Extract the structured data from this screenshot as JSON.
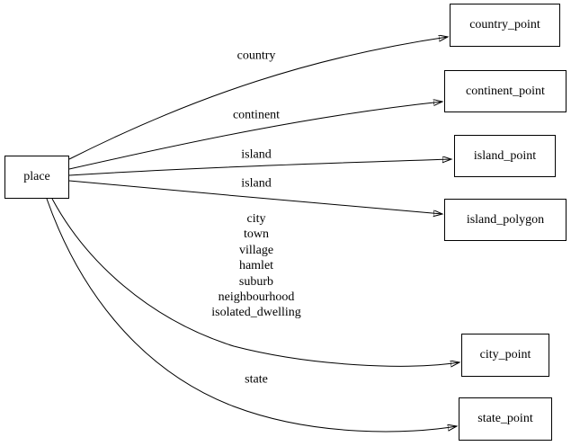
{
  "diagram": {
    "type": "directed-graph",
    "background_color": "#ffffff",
    "stroke_color": "#000000",
    "nodes": [
      {
        "id": "place",
        "label": "place"
      },
      {
        "id": "country_point",
        "label": "country_point"
      },
      {
        "id": "continent_point",
        "label": "continent_point"
      },
      {
        "id": "island_point",
        "label": "island_point"
      },
      {
        "id": "island_polygon",
        "label": "island_polygon"
      },
      {
        "id": "city_point",
        "label": "city_point"
      },
      {
        "id": "state_point",
        "label": "state_point"
      }
    ],
    "edges": [
      {
        "from": "place",
        "to": "country_point",
        "label": "country"
      },
      {
        "from": "place",
        "to": "continent_point",
        "label": "continent"
      },
      {
        "from": "place",
        "to": "island_point",
        "label": "island"
      },
      {
        "from": "place",
        "to": "island_polygon",
        "label": "island"
      },
      {
        "from": "place",
        "to": "city_point",
        "label": "city\ntown\nvillage\nhamlet\nsuburb\nneighbourhood\nisolated_dwelling"
      },
      {
        "from": "place",
        "to": "state_point",
        "label": "state"
      }
    ]
  }
}
